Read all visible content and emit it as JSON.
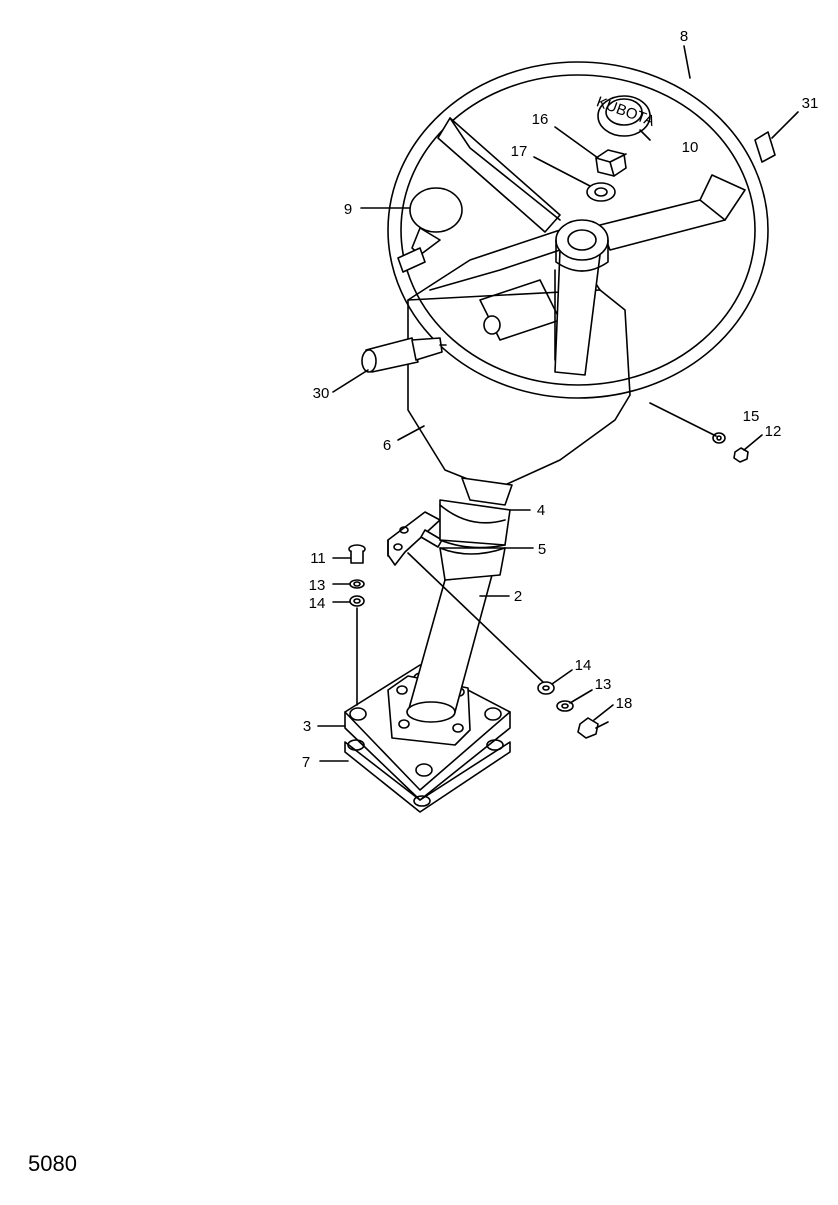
{
  "diagram": {
    "page_code": "5080",
    "callouts": {
      "c2": "2",
      "c3": "3",
      "c4": "4",
      "c5": "5",
      "c6": "6",
      "c7": "7",
      "c8": "8",
      "c9": "9",
      "c10": "10",
      "c11": "11",
      "c12": "12",
      "c13a": "13",
      "c13b": "13",
      "c14a": "14",
      "c14b": "14",
      "c15": "15",
      "c16": "16",
      "c17": "17",
      "c18": "18",
      "c30": "30",
      "c31": "31"
    },
    "horn_cap_text": "KUBOTA"
  }
}
